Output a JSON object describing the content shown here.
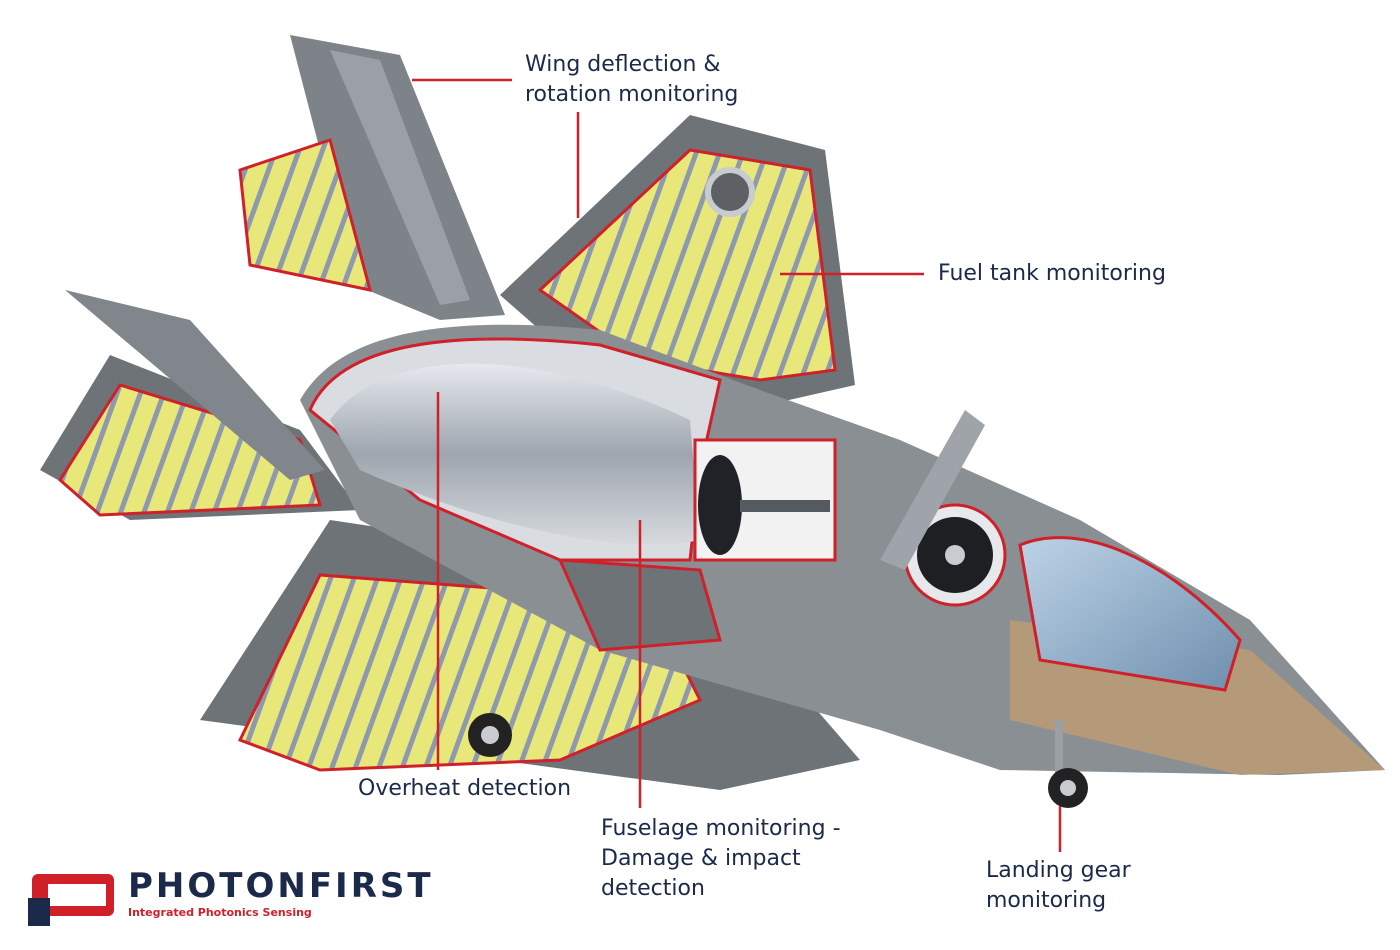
{
  "labels": {
    "wing": [
      "Wing deflection &",
      "rotation monitoring"
    ],
    "fuel": "Fuel tank monitoring",
    "overheat": "Overheat detection",
    "fuselage": [
      "Fuselage monitoring -",
      "Damage & impact",
      "detection"
    ],
    "landing_gear": [
      "Landing gear",
      "monitoring"
    ]
  },
  "brand": {
    "name": "PHOTONFIRST",
    "tagline": "Integrated Photonics Sensing"
  },
  "colors": {
    "label_text": "#1b2a4a",
    "leader_line": "#d0202a",
    "sensor_outline": "#d0202a",
    "fuel_tank_fill": "#e8e87a",
    "airframe": "#6e7378",
    "brand_navy": "#1b2a4a",
    "brand_red": "#d0202a"
  }
}
